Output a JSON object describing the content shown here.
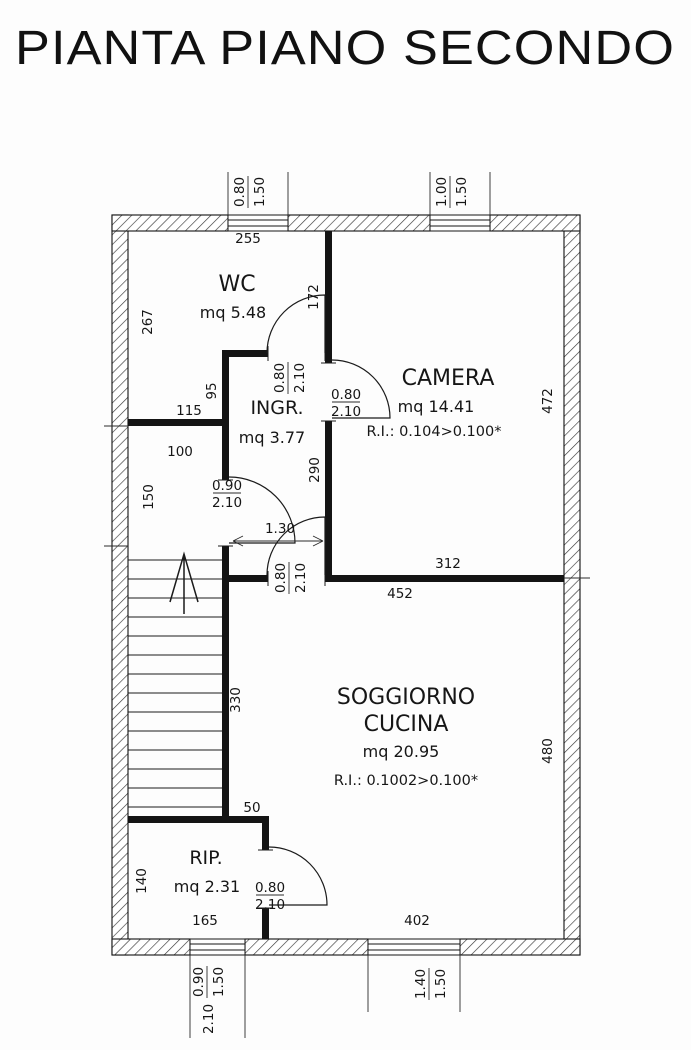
{
  "title": "PIANTA PIANO SECONDO",
  "rooms": {
    "wc": {
      "name": "WC",
      "area": "mq 5.48"
    },
    "ingresso": {
      "name": "INGR.",
      "area": "mq 3.77"
    },
    "camera": {
      "name": "CAMERA",
      "area": "mq 14.41",
      "ri": "R.I.: 0.104>0.100*"
    },
    "soggiorno": {
      "name_line1": "SOGGIORNO",
      "name_line2": "CUCINA",
      "area": "mq 20.95",
      "ri": "R.I.: 0.1002>0.100*"
    },
    "ripostiglio": {
      "name": "RIP.",
      "area": "mq 2.31"
    }
  },
  "dims": {
    "wc_width_top": "255",
    "wc_height_left": "267",
    "wc_wall_right": "172",
    "wc_step_height": "95",
    "wc_width_bottom": "115",
    "landing_width": "100",
    "landing_height": "150",
    "camera_wall_west": "290",
    "camera_height_right": "472",
    "camera_width_bottom": "312",
    "passage_width": "1.30",
    "soggiorno_width_top": "452",
    "soggiorno_height_west": "330",
    "soggiorno_height_right": "480",
    "soggiorno_width_bottom": "402",
    "rip_offset": "50",
    "rip_height_left": "140",
    "rip_width_bottom": "165"
  },
  "doors": {
    "wc": {
      "width": "0.80",
      "height": "2.10"
    },
    "camera": {
      "width": "0.80",
      "height": "2.10"
    },
    "stairs": {
      "width": "0.90",
      "height": "2.10"
    },
    "soggiorno": {
      "width": "0.80",
      "height": "2.10"
    },
    "ripostiglio": {
      "width": "0.80",
      "height": "2.10"
    }
  },
  "windows": {
    "top_left": {
      "width": "0.80",
      "height": "1.50"
    },
    "top_right": {
      "width": "1.00",
      "height": "1.50"
    },
    "bottom_left": {
      "width": "0.90",
      "height": "1.50",
      "extra": "2.10"
    },
    "bottom_right": {
      "width": "1.40",
      "height": "1.50"
    }
  }
}
